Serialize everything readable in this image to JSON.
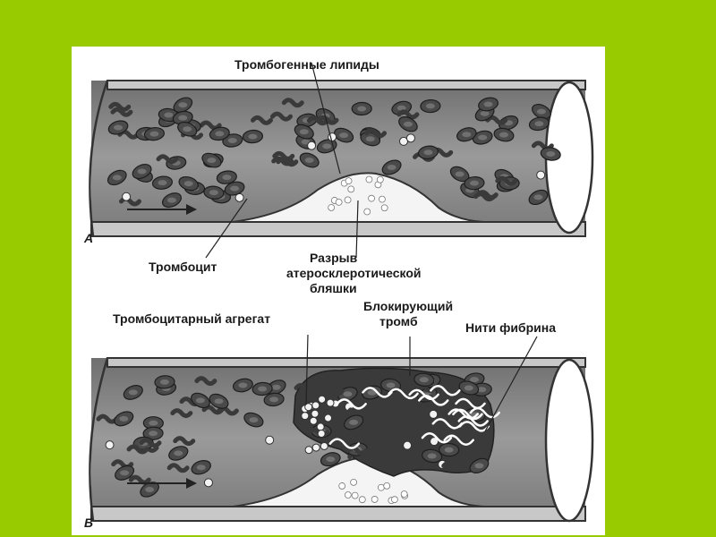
{
  "colors": {
    "background": "#99cc00",
    "panel": "#ffffff",
    "vessel": "#8a8a8a",
    "wall": "#5a5a5a",
    "plaque": "#f4f4f4",
    "cell": "#4a4a4a",
    "fibrin": "#ffffff"
  },
  "panel_a": {
    "letter": "А",
    "label_lipids": "Тромбогенные липиды",
    "label_platelet": "Тромбоцит",
    "label_rupture": [
      "Разрыв",
      "атеросклеротической",
      "бляшки"
    ]
  },
  "panel_b": {
    "letter": "Б",
    "label_aggregate": "Тромбоцитарный агрегат",
    "label_thrombus": [
      "Блокирующий",
      "тромб"
    ],
    "label_fibrin": "Нити фибрина"
  },
  "icons": [
    "flow-arrow-icon"
  ]
}
